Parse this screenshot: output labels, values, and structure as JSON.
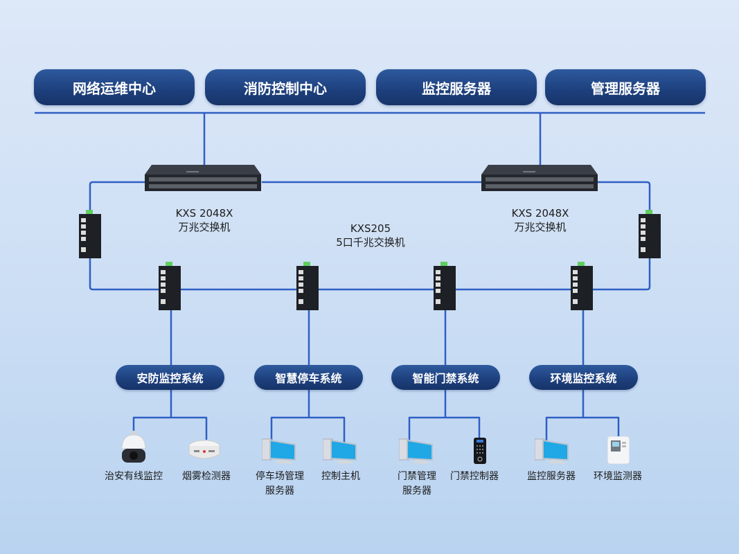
{
  "top_nodes": [
    "网络运维中心",
    "消防控制中心",
    "监控服务器",
    "管理服务器"
  ],
  "core_switches": [
    {
      "model": "KXS 2048X",
      "desc": "万兆交换机"
    },
    {
      "model": "KXS 2048X",
      "desc": "万兆交换机"
    }
  ],
  "access_switch": {
    "model": "KXS205",
    "desc": "5口千兆交换机"
  },
  "systems": [
    {
      "name": "安防监控系统",
      "devices": [
        {
          "label": "治安有线监控",
          "icon": "ptz-camera-icon"
        },
        {
          "label": "烟雾检测器",
          "icon": "smoke-detector-icon"
        }
      ]
    },
    {
      "name": "智慧停车系统",
      "devices": [
        {
          "label": "停车场管理\n服务器",
          "line1": "停车场管理",
          "line2": "服务器",
          "icon": "computer-icon"
        },
        {
          "label": "控制主机",
          "icon": "computer-icon"
        }
      ]
    },
    {
      "name": "智能门禁系统",
      "devices": [
        {
          "label": "门禁管理\n服务器",
          "line1": "门禁管理",
          "line2": "服务器",
          "icon": "computer-icon"
        },
        {
          "label": "门禁控制器",
          "icon": "access-keypad-icon"
        }
      ]
    },
    {
      "name": "环境监控系统",
      "devices": [
        {
          "label": "监控服务器",
          "icon": "computer-icon"
        },
        {
          "label": "环境监测器",
          "icon": "environment-monitor-icon"
        }
      ]
    }
  ],
  "colors": {
    "line": "#2f5fc4",
    "pill": "#1d3f7c",
    "switch_body": "#2b2f36"
  }
}
